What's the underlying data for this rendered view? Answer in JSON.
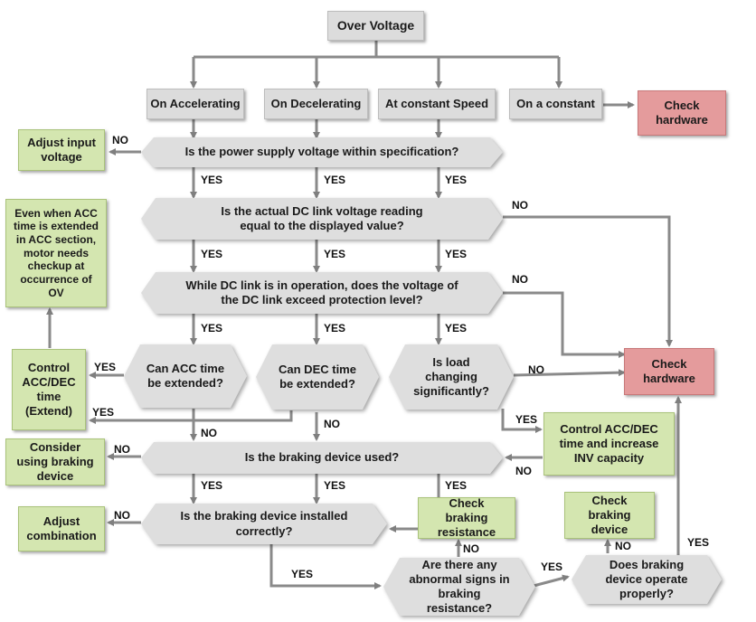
{
  "start": "Over Voltage",
  "conditions": {
    "accelerating": "On Accelerating",
    "decelerating": "On Decelerating",
    "constant_speed": "At constant Speed",
    "on_constant": "On a constant"
  },
  "questions": {
    "supply_voltage": "Is the power supply voltage within specification?",
    "dc_link_reading": "Is the actual DC link voltage reading equal to the displayed value?",
    "dc_link_exceed": "While DC link is in operation, does the voltage of the DC link exceed protection level?",
    "acc_time": "Can ACC time be extended?",
    "dec_time": "Can DEC time be extended?",
    "load_changing": "Is load changing significantly?",
    "braking_used": "Is the braking device used?",
    "braking_installed": "Is the braking device installed correctly?",
    "abnormal_resistance": "Are there any abnormal signs in braking resistance?",
    "device_operate": "Does braking device operate properly?"
  },
  "actions": {
    "check_hardware": "Check hardware",
    "adjust_input_voltage": "Adjust input voltage",
    "acc_note": "Even when ACC time is extended in ACC section, motor needs checkup at occurrence of OV",
    "control_acc_dec_extend": "Control ACC/DEC time (Extend)",
    "control_acc_dec_inv": "Control ACC/DEC time and increase INV capacity",
    "consider_braking": "Consider using braking device",
    "adjust_combination": "Adjust combination",
    "check_braking_resistance": "Check braking resistance",
    "check_braking_device": "Check braking device"
  },
  "answers": {
    "yes": "YES",
    "no": "NO"
  },
  "colors": {
    "process_gray": "#dcdcdc",
    "action_green": "#d4e6b0",
    "alert_red": "#e49b9c",
    "connector": "#7f7f7f"
  }
}
